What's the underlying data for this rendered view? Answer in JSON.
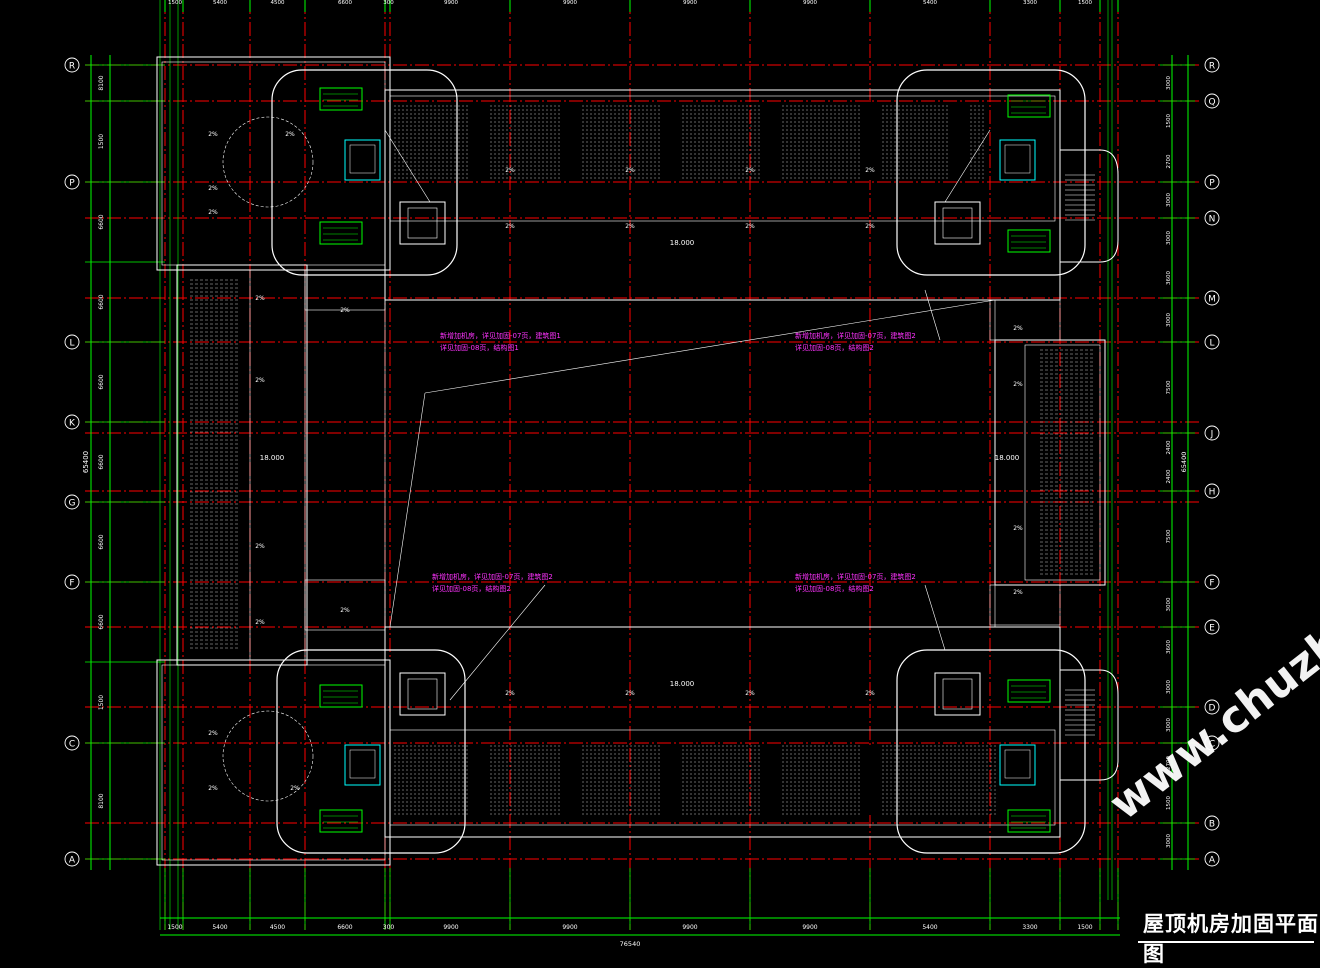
{
  "drawing": {
    "title": "屋顶机房加固平面图",
    "watermark": "www.chuzhuo.com"
  },
  "grid": {
    "left_labels": [
      "R",
      "P",
      "L",
      "K",
      "G",
      "F",
      "C",
      "A"
    ],
    "right_labels": [
      "R",
      "Q",
      "P",
      "N",
      "M",
      "L",
      "J",
      "H",
      "F",
      "E",
      "D",
      "C",
      "B",
      "A"
    ],
    "left_dims": [
      "8100",
      "1500",
      "6600",
      "6600",
      "6600",
      "6600",
      "6600",
      "6600",
      "1500",
      "8100"
    ],
    "left_total": "65400",
    "right_dims": [
      "3000",
      "1500",
      "2700",
      "3000",
      "3000",
      "3600",
      "3000",
      "7500",
      "2400",
      "2400",
      "7500",
      "3000",
      "3600",
      "3000",
      "3000",
      "2700",
      "1500",
      "3000"
    ],
    "right_total": "65400",
    "bottom_dims": [
      "1500",
      "5400",
      "4500",
      "6600",
      "300",
      "9900",
      "9900",
      "9900",
      "9900",
      "5400",
      "3300",
      "1500"
    ],
    "bottom_total": "76540"
  },
  "annotations": {
    "elevation_top": "18.000",
    "elevation_left": "18.000",
    "elevation_right": "18.000",
    "elevation_bottom": "18.000",
    "slope": "2%",
    "magenta_top_left": [
      "新增加机房，详见加固-07页，建筑图1",
      "详见加固-08页，结构图1"
    ],
    "magenta_top_right": [
      "新增加机房，详见加固-07页，建筑图2",
      "详见加固-08页，结构图2"
    ],
    "magenta_bottom_left": [
      "新增加机房，详见加固-07页，建筑图2",
      "详见加固-08页，结构图2"
    ],
    "magenta_bottom_right": [
      "新增加机房，详见加固-07页，建筑图2",
      "详见加固-08页，结构图2"
    ]
  },
  "colors": {
    "background": "#000000",
    "axis_red": "#ff0000",
    "dim_green": "#00ff00",
    "wall": "#ffffff",
    "magenta": "#ff33ff",
    "cyan": "#00ffff"
  }
}
